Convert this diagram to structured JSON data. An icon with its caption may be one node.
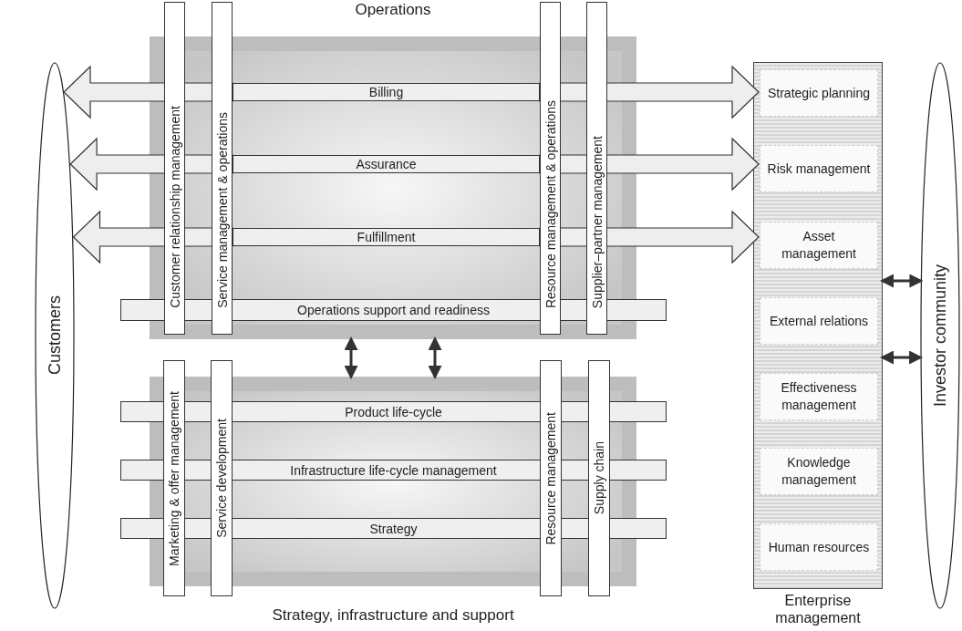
{
  "diagram": {
    "nodes": [
      {
        "text": [
          "Operations"
        ]
      },
      {
        "text": [
          "Billing"
        ],
        "in": 0
      },
      {
        "text": [
          "Assurance"
        ],
        "in": 0
      },
      {
        "text": [
          "Fulfillment"
        ],
        "in": 0
      },
      {
        "text": [
          "Operations support and readiness"
        ]
      },
      {
        "text": [
          "Customer relationship management"
        ]
      },
      {
        "text": [
          "Service management & operations"
        ]
      },
      {
        "text": [
          "Resource management & operations"
        ]
      },
      {
        "text": [
          "Supplier–partner management"
        ]
      },
      {
        "text": [
          "Customers"
        ]
      },
      {
        "text": [
          "Enterprise management"
        ]
      },
      {
        "text": [
          "Strategic planning"
        ],
        "in": 10
      },
      {
        "text": [
          "Risk management"
        ],
        "in": 10
      },
      {
        "text": [
          "Asset management"
        ],
        "in": 10
      },
      {
        "text": [
          "External relations"
        ],
        "in": 10
      },
      {
        "text": [
          "Effectiveness management"
        ],
        "in": 10
      },
      {
        "text": [
          "Knowledge management"
        ],
        "in": 10
      },
      {
        "text": [
          "Human resources"
        ],
        "in": 10
      },
      {
        "text": [
          "Investor community"
        ]
      },
      {
        "text": [
          "Strategy, infrastructure and support"
        ]
      },
      {
        "text": [
          "Product life-cycle"
        ]
      },
      {
        "text": [
          "Infrastructure life-cycle management"
        ]
      },
      {
        "text": [
          "Strategy"
        ]
      },
      {
        "text": [
          "Marketing & offer management"
        ]
      },
      {
        "text": [
          "Service development"
        ]
      },
      {
        "text": [
          "Resource management"
        ]
      },
      {
        "text": [
          "Supply chain"
        ]
      }
    ],
    "edges": [
      {
        "from": 1,
        "to": 9,
        "arrow": "to",
        "style": "thick"
      },
      {
        "from": 1,
        "to": 11,
        "arrow": "to",
        "style": "thick"
      },
      {
        "from": 2,
        "to": 9,
        "arrow": "to",
        "style": "thick"
      },
      {
        "from": 2,
        "to": 12,
        "arrow": "to",
        "style": "thick"
      },
      {
        "from": 3,
        "to": 9,
        "arrow": "to",
        "style": "thick"
      },
      {
        "from": 3,
        "to": 13,
        "arrow": "to",
        "style": "thick"
      },
      {
        "from": 0,
        "to": 19,
        "arrow": "both"
      },
      {
        "from": 0,
        "to": 19,
        "arrow": "both"
      },
      {
        "from": 10,
        "to": 18,
        "arrow": "both"
      },
      {
        "from": 10,
        "to": 18,
        "arrow": "both"
      }
    ]
  }
}
